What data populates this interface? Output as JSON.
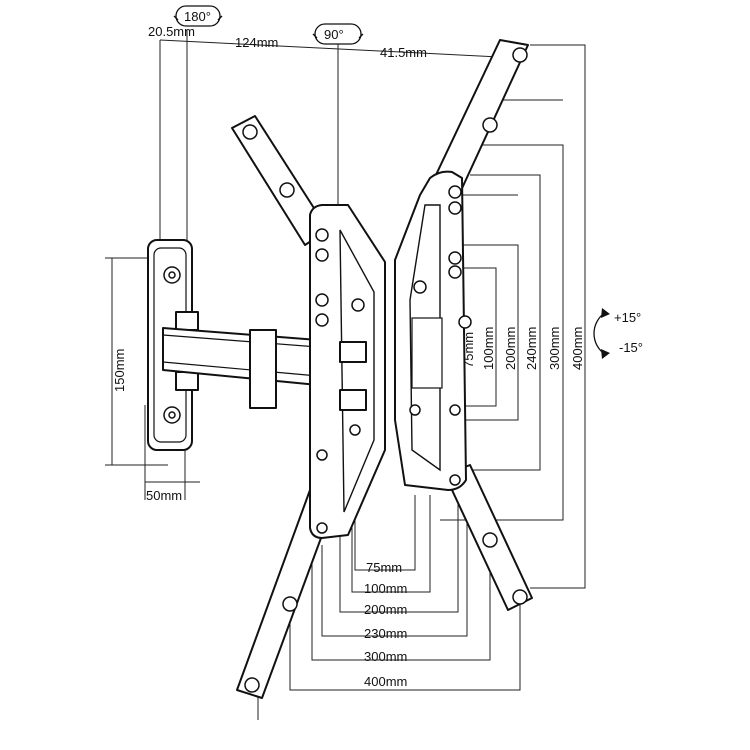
{
  "labels": {
    "top_rot_180": "180°",
    "top_rot_90": "90°",
    "top_20_5": "20.5mm",
    "top_124": "124mm",
    "top_41_5": "41.5mm",
    "wall_150": "150mm",
    "wall_50": "50mm",
    "tilt_up": "+15°",
    "tilt_down": "-15°",
    "v_75": "75mm",
    "v_100": "100mm",
    "v_200": "200mm",
    "v_240": "240mm",
    "v_300": "300mm",
    "v_400": "400mm",
    "h_75": "75mm",
    "h_100": "100mm",
    "h_200": "200mm",
    "h_230": "230mm",
    "h_300": "300mm",
    "h_400": "400mm"
  }
}
